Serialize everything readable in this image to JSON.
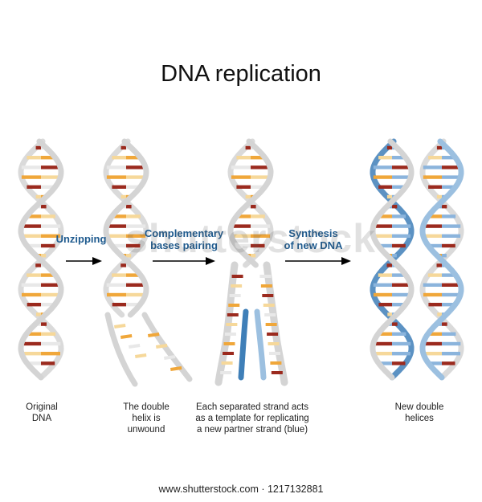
{
  "title": "DNA replication",
  "steps": {
    "unzipping": [
      "Unzipping"
    ],
    "pairing": [
      "Complementary",
      "bases pairing"
    ],
    "synthesis": [
      "Synthesis",
      "of new DNA"
    ]
  },
  "captions": {
    "original": [
      "Original",
      "DNA"
    ],
    "unwound": [
      "The double",
      "helix is",
      "unwound"
    ],
    "template": [
      "Each separated strand acts",
      "as a template for replicating",
      "a new partner strand (blue)"
    ],
    "new_helices": [
      "New double",
      "helices"
    ]
  },
  "watermark": "shutterstock",
  "footer": "www.shutterstock.com · 1217132881",
  "colors": {
    "old_strand": "#d4d4d4",
    "new_strand": "#3f7fb8",
    "new_strand_light": "#9cc0e0",
    "base_dark_red": "#9b2a1e",
    "base_orange": "#f0a73a",
    "base_pale": "#f6d89a",
    "base_white": "#e8e8e8",
    "base_blue": "#8bb4dc",
    "arrow": "#000000",
    "step_text": "#1e5a8e"
  }
}
